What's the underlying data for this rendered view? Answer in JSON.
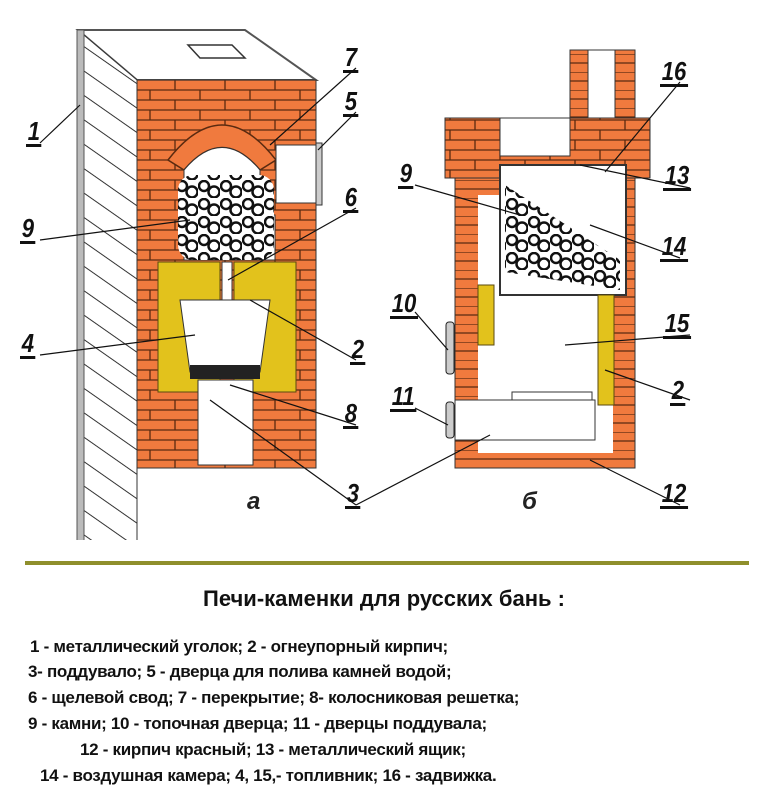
{
  "labels": {
    "l1": "1",
    "l7": "7",
    "l5": "5",
    "l6": "6",
    "l9a": "9",
    "l4": "4",
    "l2a": "2",
    "l8": "8",
    "l3": "3",
    "l16": "16",
    "l13": "13",
    "l9b": "9",
    "l14": "14",
    "l10": "10",
    "l15": "15",
    "l11": "11",
    "l2b": "2",
    "l12": "12"
  },
  "subfigures": {
    "a": "а",
    "b": "б"
  },
  "title": "Печи-каменки для русских бань :",
  "legend": [
    "1 - металлический уголок; 2 - огнеупорный кирпич;",
    "3- поддувало;  5 - дверца для полива камней водой;",
    "6 - щелевой свод; 7 - перекрытие; 8- колосниковая решетка;",
    "9  - камни;   10 - топочная дверца; 11 - дверцы поддувала;",
    "12 - кирпич красный; 13 - металлический ящик;",
    "14 - воздушная камера;  4, 15,- топливник;  16 - задвижка."
  ],
  "colors": {
    "brick": "#f07a3e",
    "firebrick": "#e2c21c",
    "divider": "#8f8f2c"
  }
}
